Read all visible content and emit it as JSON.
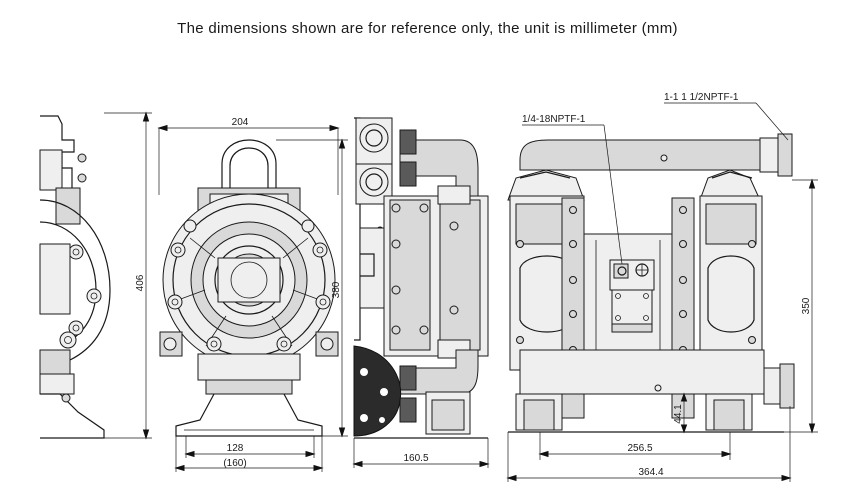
{
  "header": {
    "note": "The dimensions shown are for reference only, the unit is millimeter (mm)"
  },
  "dimensions": {
    "width_front": "204",
    "height_side": "406",
    "height_front": "380",
    "base_inner": "128",
    "base_outer": "(160)",
    "side_depth": "160.5",
    "height_rear": "350",
    "outlet_height": "44.1",
    "foot_span": "256.5",
    "overall_width": "364.4"
  },
  "callouts": {
    "air_inlet": "1/4-18NPTF-1",
    "fluid_port": "1-1 1 1/2NPTF-1"
  }
}
